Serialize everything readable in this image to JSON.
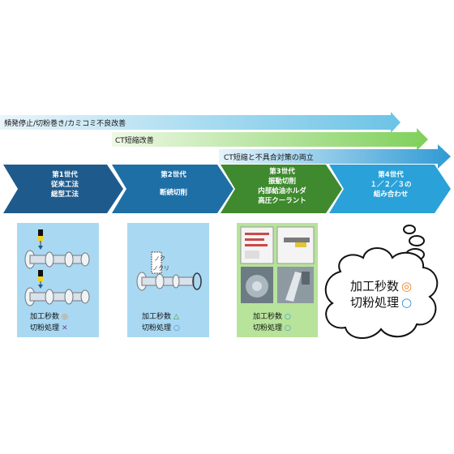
{
  "arrows": [
    {
      "label": "頻発停止/切粉巻き/カミコミ不良改善"
    },
    {
      "label": "CT短縮改善"
    },
    {
      "label": "CT短縮と不具合対策の両立"
    }
  ],
  "generations": [
    {
      "lines": [
        "第1世代",
        "従来工法",
        "総型工法"
      ]
    },
    {
      "lines": [
        "第2世代",
        "断続切削"
      ]
    },
    {
      "lines": [
        "第3世代",
        "振動切削",
        "内部給油ホルダ",
        "高圧クーラント"
      ]
    },
    {
      "lines": [
        "第4世代",
        "１／２／３の",
        "組み合わせ"
      ]
    }
  ],
  "panels": [
    {
      "rows": [
        {
          "label": "加工秒数",
          "mark": "◎"
        },
        {
          "label": "切粉処理",
          "mark": "✕"
        }
      ]
    },
    {
      "image_text": "ノク\nノクリ",
      "rows": [
        {
          "label": "加工秒数",
          "mark": "△"
        },
        {
          "label": "切粉処理",
          "mark": "○"
        }
      ]
    },
    {
      "rows": [
        {
          "label": "加工秒数",
          "mark": "○"
        },
        {
          "label": "切粉処理",
          "mark": "○"
        }
      ]
    }
  ],
  "cloud": {
    "rows": [
      {
        "label": "加工秒数",
        "mark": "◎"
      },
      {
        "label": "切粉処理",
        "mark": "○"
      }
    ]
  },
  "colors": {
    "chevron1": "#1f5a8c",
    "chevron2": "#1e6fa6",
    "chevron3": "#3f8a2e",
    "chevron4": "#2aa1d8",
    "panel_blue": "#a9d8f3",
    "panel_green": "#b7e39a",
    "mark_orange": "#e8822a",
    "mark_purple": "#7b3fa0",
    "mark_green": "#3a9a2e",
    "mark_blue": "#2a8fd0"
  }
}
